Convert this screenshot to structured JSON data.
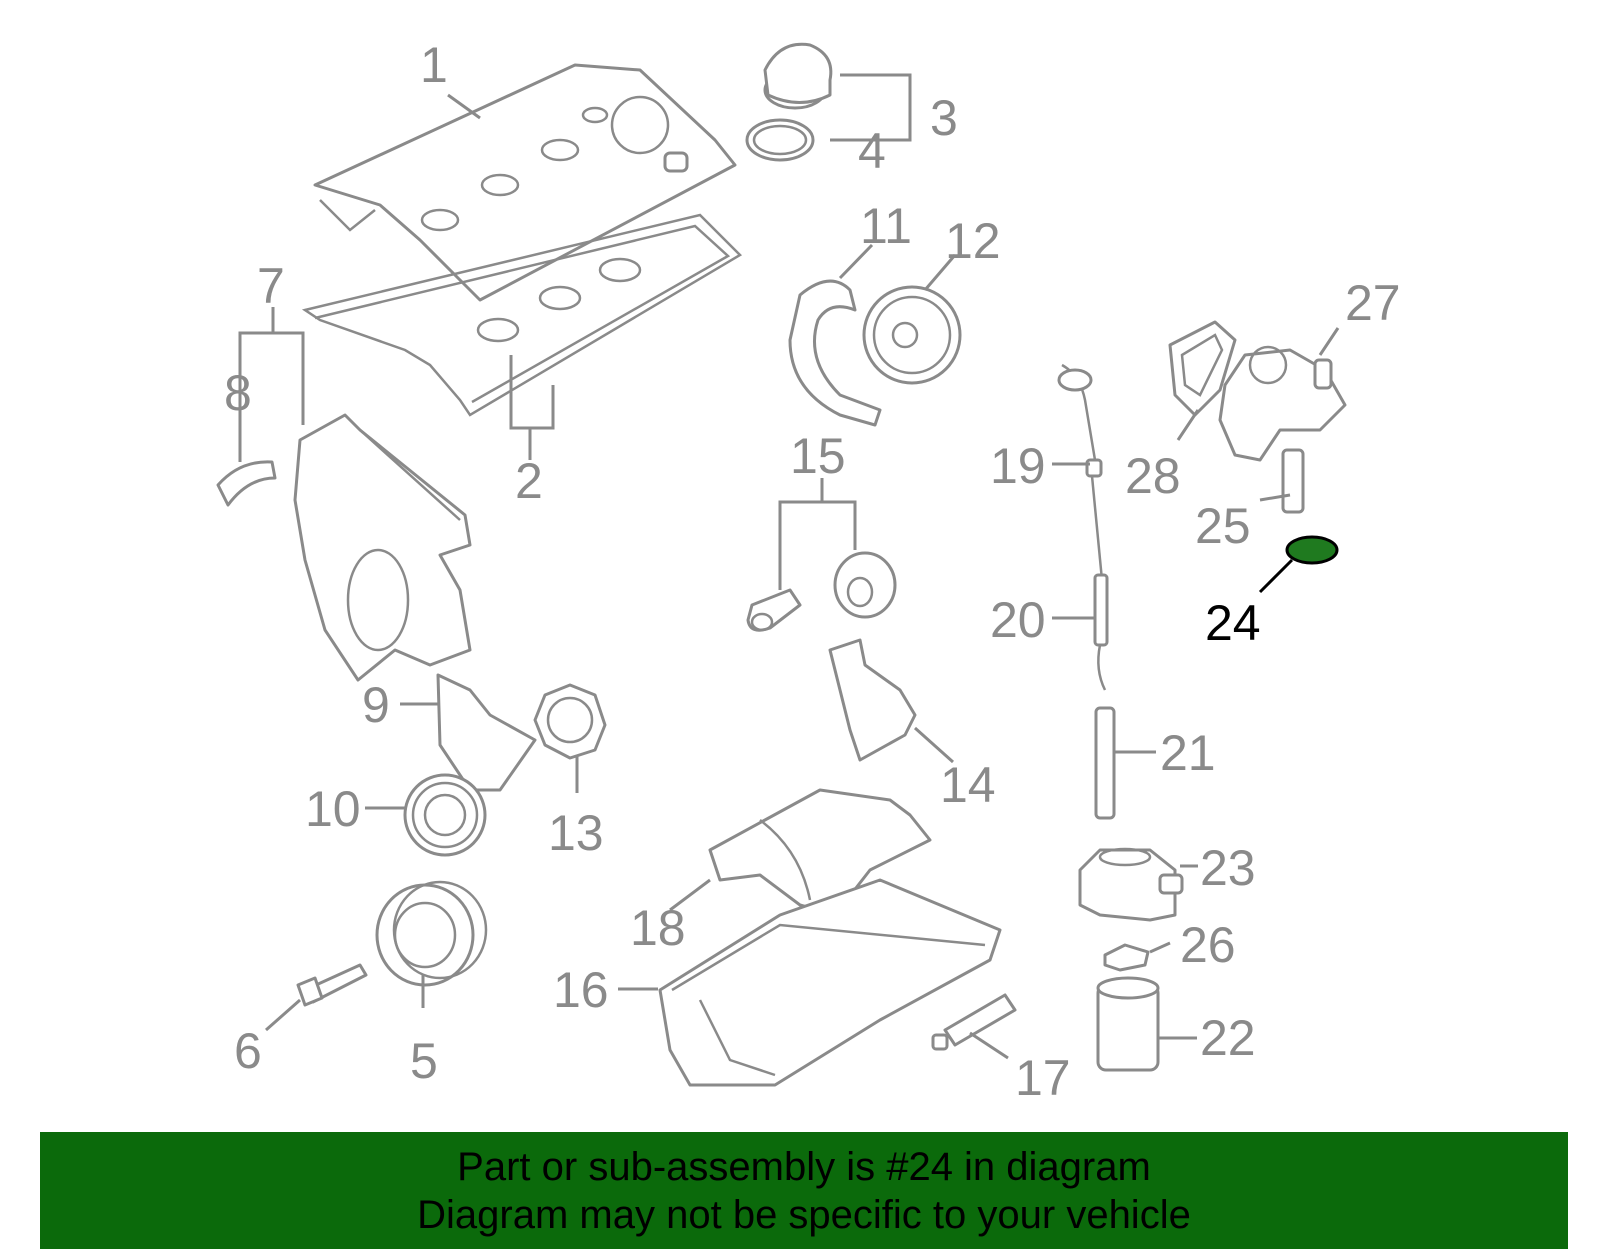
{
  "diagram": {
    "callouts": {
      "c1": "1",
      "c2": "2",
      "c3": "3",
      "c4": "4",
      "c5": "5",
      "c6": "6",
      "c7": "7",
      "c8": "8",
      "c9": "9",
      "c10": "10",
      "c11": "11",
      "c12": "12",
      "c13": "13",
      "c14": "14",
      "c15": "15",
      "c16": "16",
      "c17": "17",
      "c18": "18",
      "c19": "19",
      "c20": "20",
      "c21": "21",
      "c22": "22",
      "c23": "23",
      "c24": "24",
      "c25": "25",
      "c26": "26",
      "c27": "27",
      "c28": "28"
    },
    "highlight_part": "24",
    "colors": {
      "line": "#8a8a8a",
      "highlight_fill": "#1f7a1f",
      "highlight_text": "#000000",
      "banner": "#0b6a0b"
    }
  },
  "banner": {
    "line1": "Part or sub-assembly is #24 in diagram",
    "line2": "Diagram may not be specific to your vehicle"
  }
}
